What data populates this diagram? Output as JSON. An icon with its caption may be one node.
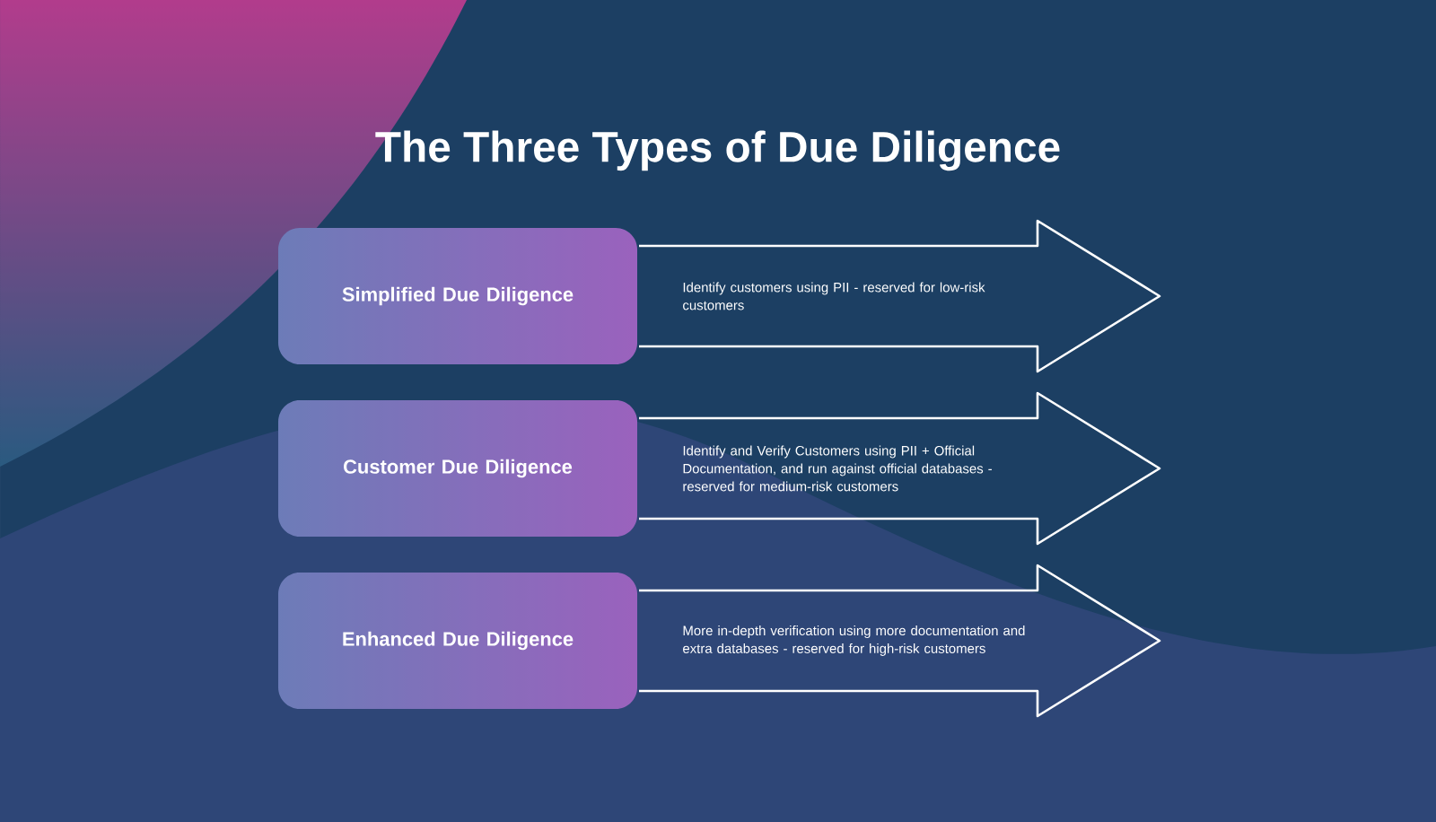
{
  "diagram": {
    "title": "The Three Types of Due Diligence",
    "nodes": [
      {
        "text": [
          "Simplified Due Diligence"
        ]
      },
      {
        "text": [
          "Identify customers using PII - reserved for low-risk customers"
        ]
      },
      {
        "text": [
          "Customer Due Diligence"
        ]
      },
      {
        "text": [
          "Identify and Verify Customers using PII + Official Documentation, and run against official databases - reserved for medium-risk customers"
        ]
      },
      {
        "text": [
          "Enhanced Due Diligence"
        ]
      },
      {
        "text": [
          "More in-depth verification using more documentation and extra databases - reserved for high-risk customers"
        ]
      }
    ]
  }
}
